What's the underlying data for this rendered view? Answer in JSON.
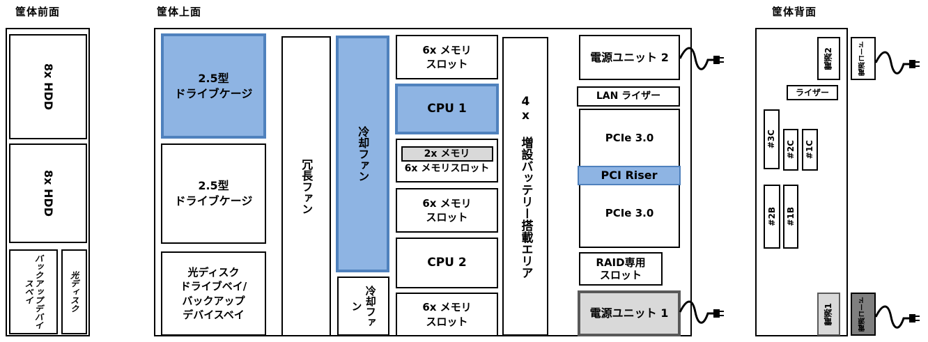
{
  "front": {
    "title": "筐体前面",
    "hdd_top": "8x HDD",
    "hdd_mid": "8x HDD",
    "backup_bay": "バックアップデバイスベイ",
    "optical": "光ディスク"
  },
  "top": {
    "title": "筐体上面",
    "drive_cage_1": "2.5型\nドライブケージ",
    "drive_cage_2": "2.5型\nドライブケージ",
    "optical_bay": "光ディスク\nドライブベイ/\nバックアップ\nデバイスベイ",
    "redundant_fan": "冗長ファン",
    "cooling_fan_main": "冷却ファン",
    "cooling_fan_small": "冷却ファン",
    "mem_slot_1": "6x メモリ\nスロット",
    "cpu1": "CPU 1",
    "mem_2x": "2x メモリ",
    "mem_6x_slot": "6x メモリスロット",
    "mem_slot_2": "6x メモリ\nスロット",
    "cpu2": "CPU 2",
    "mem_slot_3": "6x メモリ\nスロット",
    "battery_area": "4x 増設バッテリー搭載エリア",
    "psu2": "電源ユニット 2",
    "lan_riser": "LAN ライザー",
    "pcie_top": "PCIe 3.0",
    "pci_riser": "PCI Riser",
    "pcie_bottom": "PCIe 3.0",
    "raid_slot": "RAID専用\nスロット",
    "psu1": "電源ユニット 1"
  },
  "rear": {
    "title": "筐体背面",
    "psu2": "電源2",
    "psu2_cord": "電源コード",
    "riser": "ライザー",
    "slot_3c": "#3C",
    "slot_2c": "#2C",
    "slot_1c": "#1C",
    "slot_2b": "#2B",
    "slot_1b": "#1B",
    "psu1": "電源1",
    "psu1_cord": "電源コード"
  }
}
